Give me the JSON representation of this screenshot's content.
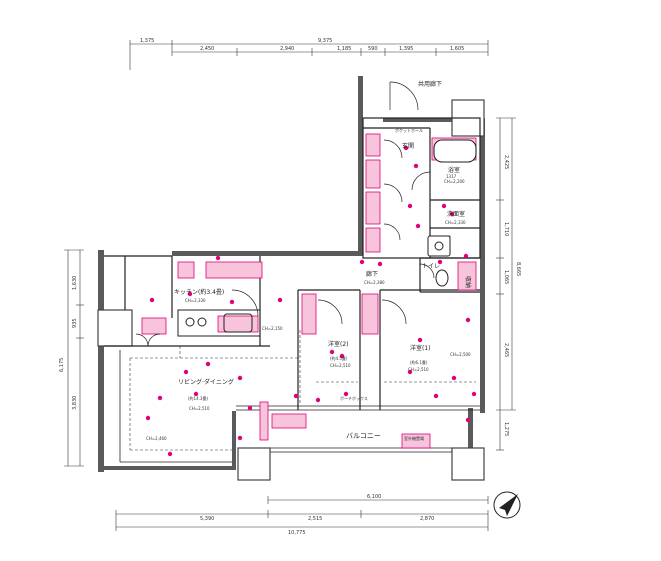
{
  "colors": {
    "wall": "#5a5a5a",
    "accent": "#e0007a",
    "accent_fill": "#f7c4dc",
    "line": "#222222"
  },
  "dimensions": {
    "top_total": "9,375",
    "top_left": "1,375",
    "top_segments": [
      "2,450",
      "2,940",
      "1,185",
      "590",
      "1,395",
      "1,605"
    ],
    "bottom_segments": [
      "5,390",
      "2,515",
      "2,870"
    ],
    "bottom_total": "10,775",
    "bottom_upper": "6,100",
    "right_segments": [
      "2,425",
      "1,710",
      "1,065",
      "2,465",
      "1,275"
    ],
    "right_total": "8,665",
    "left_outer": "6,175",
    "left_segments": [
      "1,630",
      "935",
      "3,830"
    ]
  },
  "rooms": {
    "corridor": "共用廊下",
    "entrance": "玄関",
    "entrance_sub": "ポケットホール",
    "bath": "浴室",
    "bath_size": "1317",
    "bath_ch": "CH=2,200",
    "washroom": "洗面室",
    "washroom_ch": "CH=2,330",
    "toilet": "トイレ",
    "hall": "廊下",
    "hall_ch": "CH=2,380",
    "storage": "収納",
    "kitchen": "キッチン(約3.4畳)",
    "kitchen_ch": "CH=2,330",
    "living": "リビング·ダイニング",
    "living_size": "(約14.3畳)",
    "living_ch": "CH=2,510",
    "living_ch2": "CH=2,150",
    "living_ch3": "CH=2,460",
    "bedroom2": "洋室(2)",
    "bedroom2_size": "(約4.5畳)",
    "bedroom2_ch": "CH=2,510",
    "bedroom1": "洋室(1)",
    "bedroom1_size": "(約6.1畳)",
    "bedroom1_ch": "CH=2,510",
    "bedroom1_ch_side": "CH=2,500",
    "balcony": "バルコニー",
    "balcony_box": "ポーチボックス",
    "ac_unit": "室外機置場"
  }
}
